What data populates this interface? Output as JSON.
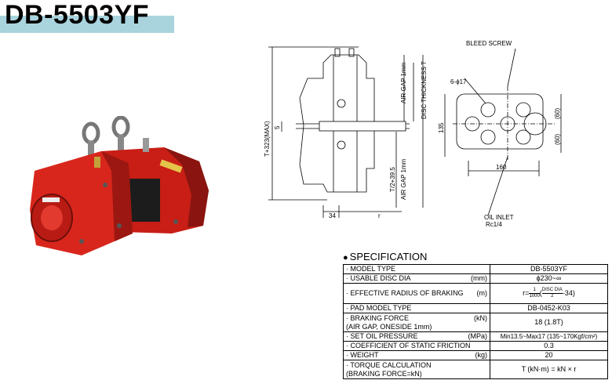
{
  "title": "DB-5503YF",
  "drawing": {
    "bleed_screw": "BLEED SCREW",
    "holes": "6-ϕ17",
    "air_gap_top": "AIR GAP 1mm",
    "disc_thickness": "DISC THICKNESS T",
    "total_height": "T+323(MAX)",
    "dim_5": "5",
    "t_half": "T/2+39.5",
    "air_gap_bottom": "AIR GAP 1mm",
    "dim_34": "34",
    "dim_r": "r",
    "dim_135": "135",
    "dim_60_top": "(60)",
    "dim_60_bottom": "(60)",
    "dim_160": "160",
    "oil_inlet": "OIL INLET",
    "oil_inlet_size": "Rc1/4"
  },
  "spec": {
    "heading": "SPECIFICATION",
    "rows": [
      {
        "label": "· MODEL TYPE",
        "unit": "",
        "value": "DB-5503YF"
      },
      {
        "label": "· USABLE DISC DIA",
        "unit": "(mm)",
        "value": "ϕ230~∞"
      },
      {
        "label": "· EFFECTIVE RADIUS OF BRAKING",
        "unit": "(m)",
        "value": ""
      },
      {
        "label": "· PAD MODEL TYPE",
        "unit": "",
        "value": "DB-0452-K03"
      },
      {
        "label": "· BRAKING FORCE",
        "label2": "(AIR GAP, ONESIDE 1mm)",
        "unit": "(kN)",
        "value": "18 (1.8T)"
      },
      {
        "label": "· SET OIL PRESSURE",
        "unit": "(MPa)",
        "value": "Min13.5~Max17 (135~170Kgf/cm²)"
      },
      {
        "label": "· COEFFICIENT OF STATIC FRICTION",
        "unit": "",
        "value": "0.3"
      },
      {
        "label": "· WEIGHT",
        "unit": "(kg)",
        "value": "20"
      },
      {
        "label": "· TORQUE CALCULATION",
        "label2": "(BRAKING FORCE=kN)",
        "unit": "",
        "value": "T (kN·m) = kN × r"
      }
    ],
    "radius_formula": {
      "prefix": "r=",
      "frac1_num": "1",
      "frac1_den": "1000",
      "frac2_num": "DISC DIA",
      "frac2_den": "2",
      "suffix": "-34)"
    }
  },
  "colors": {
    "title_bar": "#a9d4de",
    "caliper_red": "#d8261c",
    "caliper_dark": "#8a1410"
  }
}
